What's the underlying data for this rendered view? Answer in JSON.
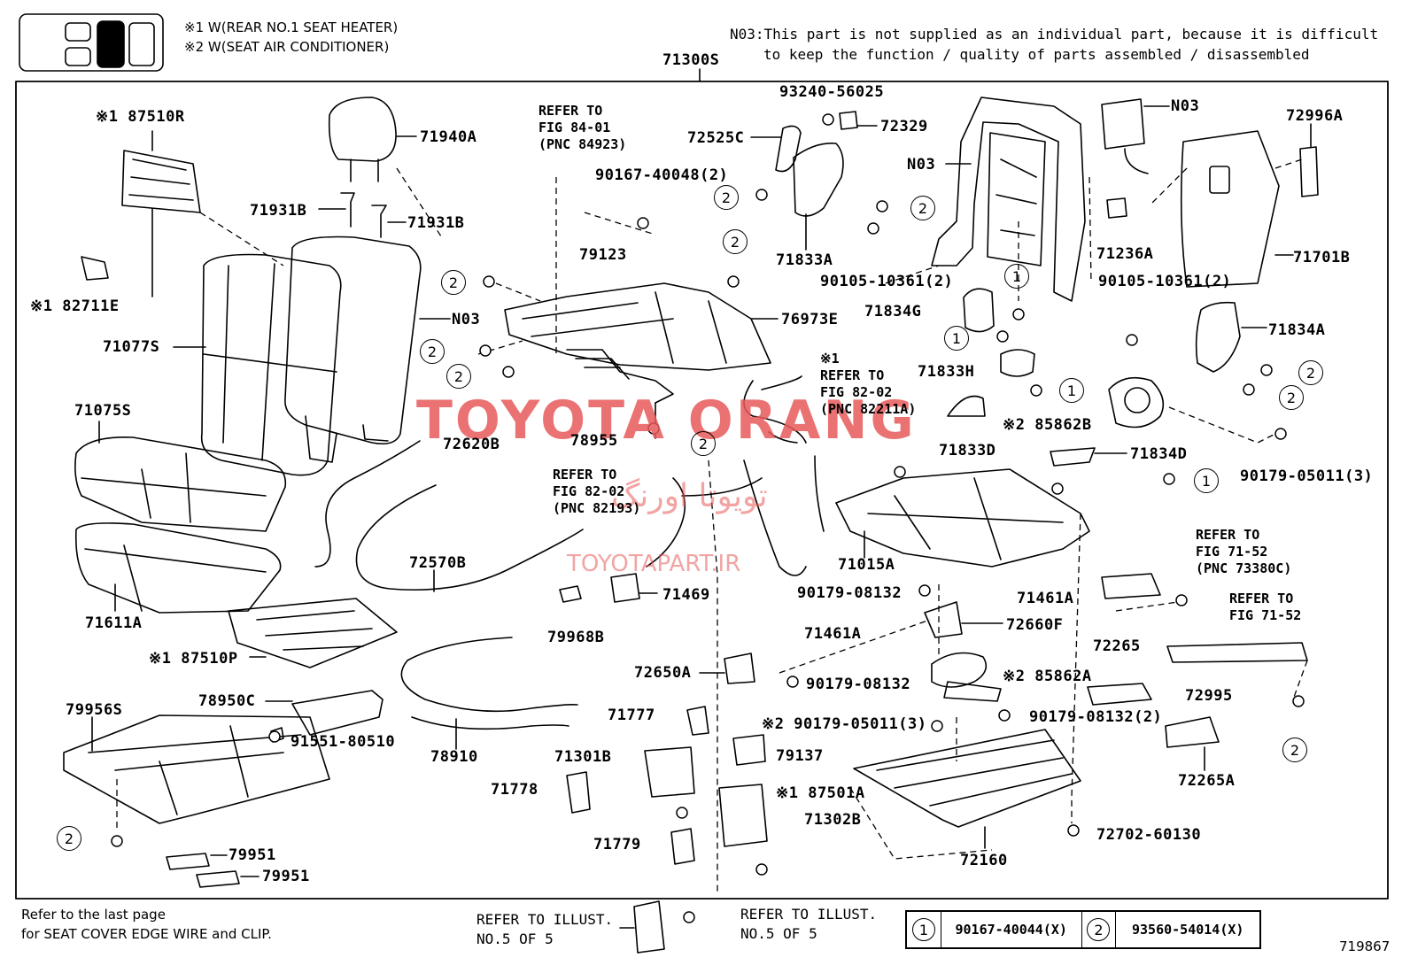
{
  "header": {
    "notes": [
      "※1 W(REAR NO.1 SEAT HEATER)",
      "※2 W(SEAT AIR CONDITIONER)"
    ],
    "n03_note_line1": "N03:This part is not supplied as an individual part, because it is difficult",
    "n03_note_line2": "to keep the function / quality of parts assembled / disassembled",
    "assembly": "71300S"
  },
  "parts": [
    {
      "id": "87510R",
      "label": "※1 87510R"
    },
    {
      "id": "71940A",
      "label": "71940A"
    },
    {
      "id": "71931B-l",
      "label": "71931B"
    },
    {
      "id": "71931B-r",
      "label": "71931B"
    },
    {
      "id": "82711E",
      "label": "※1 82711E"
    },
    {
      "id": "71077S",
      "label": "71077S"
    },
    {
      "id": "N03-cover",
      "label": "N03"
    },
    {
      "id": "71075S",
      "label": "71075S"
    },
    {
      "id": "71611A",
      "label": "71611A"
    },
    {
      "id": "87510P",
      "label": "※1 87510P"
    },
    {
      "id": "79956S",
      "label": "79956S"
    },
    {
      "id": "78950C",
      "label": "78950C"
    },
    {
      "id": "91551-80510",
      "label": "91551-80510"
    },
    {
      "id": "79951-a",
      "label": "79951"
    },
    {
      "id": "79951-b",
      "label": "79951"
    },
    {
      "id": "72620B",
      "label": "72620B"
    },
    {
      "id": "72570B",
      "label": "72570B"
    },
    {
      "id": "78910",
      "label": "78910"
    },
    {
      "id": "79968B",
      "label": "79968B"
    },
    {
      "id": "71469",
      "label": "71469"
    },
    {
      "id": "90167-40048",
      "label": "90167-40048(2)"
    },
    {
      "id": "79123",
      "label": "79123"
    },
    {
      "id": "76973E",
      "label": "76973E"
    },
    {
      "id": "78955",
      "label": "78955"
    },
    {
      "id": "93240-56025",
      "label": "93240-56025"
    },
    {
      "id": "72525C",
      "label": "72525C"
    },
    {
      "id": "72329",
      "label": "72329"
    },
    {
      "id": "71833A",
      "label": "71833A"
    },
    {
      "id": "90105-10361-a",
      "label": "90105-10361(2)"
    },
    {
      "id": "N03-frame",
      "label": "N03"
    },
    {
      "id": "N03-top",
      "label": "N03"
    },
    {
      "id": "71834G",
      "label": "71834G"
    },
    {
      "id": "71833H",
      "label": "71833H"
    },
    {
      "id": "71833D",
      "label": "71833D"
    },
    {
      "id": "85862B",
      "label": "※2 85862B"
    },
    {
      "id": "71236A",
      "label": "71236A"
    },
    {
      "id": "90105-10361-b",
      "label": "90105-10361(2)"
    },
    {
      "id": "72996A",
      "label": "72996A"
    },
    {
      "id": "71701B",
      "label": "71701B"
    },
    {
      "id": "71834A",
      "label": "71834A"
    },
    {
      "id": "71834D",
      "label": "71834D"
    },
    {
      "id": "90179-05011-a",
      "label": "90179-05011(3)"
    },
    {
      "id": "71015A",
      "label": "71015A"
    },
    {
      "id": "90179-08132-a",
      "label": "90179-08132"
    },
    {
      "id": "71461A-a",
      "label": "71461A"
    },
    {
      "id": "72660F",
      "label": "72660F"
    },
    {
      "id": "71461A-b",
      "label": "71461A"
    },
    {
      "id": "72650A",
      "label": "72650A"
    },
    {
      "id": "90179-08132-b",
      "label": "90179-08132"
    },
    {
      "id": "85862A",
      "label": "※2 85862A"
    },
    {
      "id": "72265",
      "label": "72265"
    },
    {
      "id": "72995",
      "label": "72995"
    },
    {
      "id": "90179-08132-c",
      "label": "90179-08132(2)"
    },
    {
      "id": "90179-05011-b",
      "label": "※2 90179-05011(3)"
    },
    {
      "id": "71777",
      "label": "71777"
    },
    {
      "id": "71301B",
      "label": "71301B"
    },
    {
      "id": "79137",
      "label": "79137"
    },
    {
      "id": "71778",
      "label": "71778"
    },
    {
      "id": "87501A",
      "label": "※1 87501A"
    },
    {
      "id": "71302B",
      "label": "71302B"
    },
    {
      "id": "71779",
      "label": "71779"
    },
    {
      "id": "72160",
      "label": "72160"
    },
    {
      "id": "72702-60130",
      "label": "72702-60130"
    },
    {
      "id": "72265A",
      "label": "72265A"
    }
  ],
  "references": [
    {
      "id": "ref-84-01",
      "text": "REFER TO\nFIG 84-01\n(PNC 84923)"
    },
    {
      "id": "ref-82-02-a",
      "text": "※1\nREFER TO\nFIG 82-02\n(PNC 82211A)"
    },
    {
      "id": "ref-82-02-b",
      "text": "REFER TO\nFIG 82-02\n(PNC 82193)"
    },
    {
      "id": "ref-71-52-a",
      "text": "REFER TO\nFIG 71-52\n(PNC 73380C)"
    },
    {
      "id": "ref-71-52-b",
      "text": "REFER TO\nFIG 71-52"
    }
  ],
  "footer": {
    "note_line1": "Refer to the last page",
    "note_line2": "for SEAT COVER EDGE WIRE and CLIP.",
    "refer_left": "REFER TO ILLUST.\nNO.5 OF 5",
    "refer_right": "REFER TO ILLUST.\nNO.5 OF 5",
    "legend": [
      {
        "num": "1",
        "part": "90167-40044(X)"
      },
      {
        "num": "2",
        "part": "93560-54014(X)"
      }
    ],
    "figure_no": "719867"
  },
  "callouts": {
    "one": "1",
    "two": "2"
  },
  "watermark": {
    "line1": "TOYOTA ORANG",
    "line2": "تویوتا اورنگ",
    "line3": "TOYOTAPART.IR"
  }
}
